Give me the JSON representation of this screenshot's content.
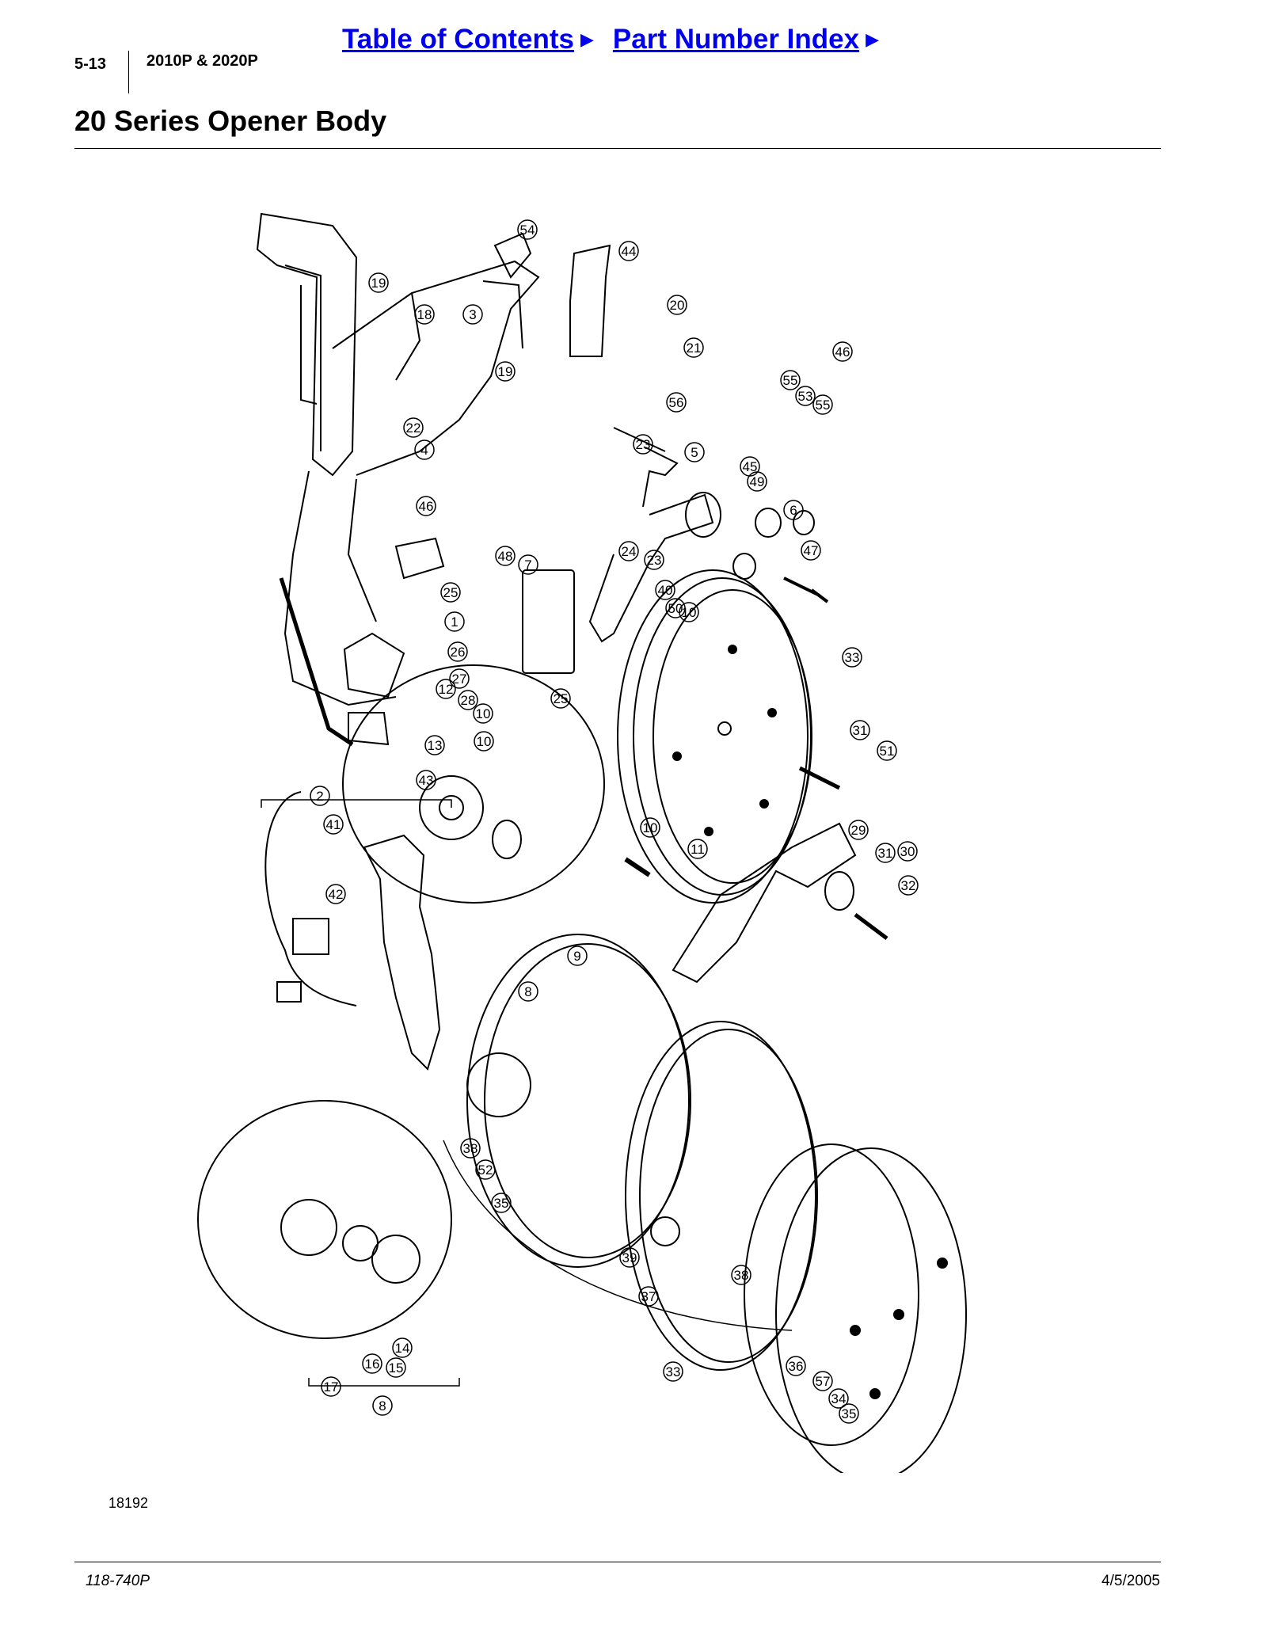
{
  "header": {
    "page_number": "5-13",
    "model": "2010P & 2020P",
    "nav": {
      "toc_label": "Table of Contents",
      "index_label": "Part Number Index",
      "arrow": "▶"
    }
  },
  "title": "20 Series Opener Body",
  "diagram": {
    "callouts": [
      "54",
      "44",
      "19",
      "18",
      "3",
      "20",
      "21",
      "46",
      "19",
      "55",
      "53",
      "55",
      "56",
      "22",
      "4",
      "5",
      "23",
      "45",
      "49",
      "46",
      "6",
      "47",
      "48",
      "23",
      "7",
      "24",
      "40",
      "25",
      "50",
      "10",
      "1",
      "33",
      "26",
      "25",
      "27",
      "28",
      "10",
      "31",
      "51",
      "10",
      "12",
      "13",
      "43",
      "2",
      "41",
      "10",
      "11",
      "29",
      "30",
      "31",
      "42",
      "9",
      "32",
      "8",
      "38",
      "52",
      "35",
      "39",
      "38",
      "37",
      "16",
      "15",
      "14",
      "17",
      "8",
      "33",
      "36",
      "57",
      "34",
      "35"
    ],
    "figure_id": "18192"
  },
  "footer": {
    "doc_number": "118-740P",
    "date": "4/5/2005"
  }
}
